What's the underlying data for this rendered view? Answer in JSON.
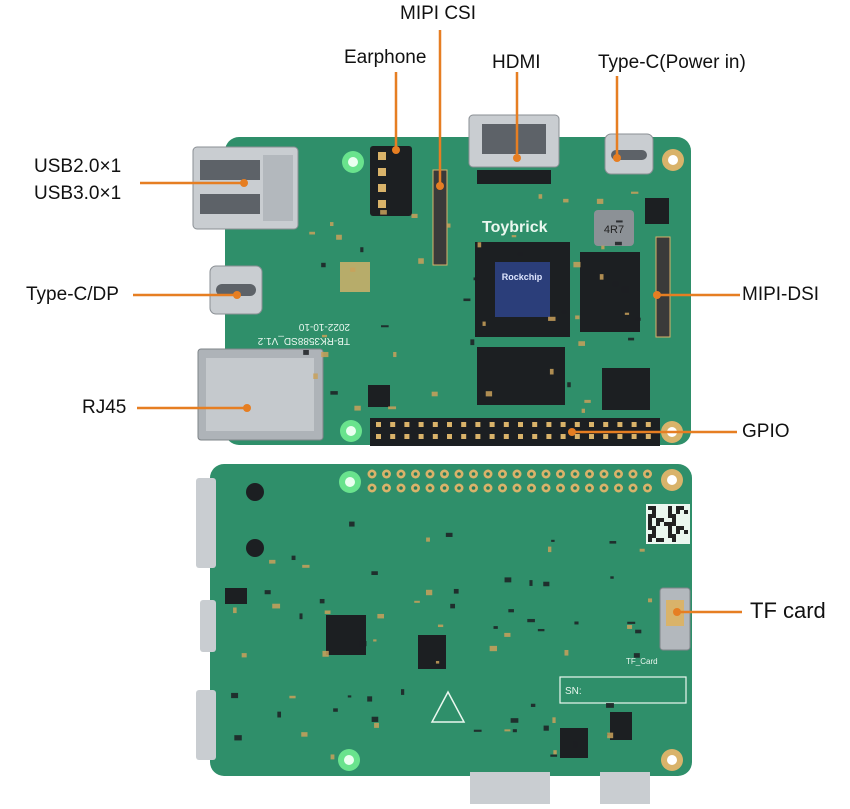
{
  "labels": {
    "mipi_csi": "MIPI CSI",
    "earphone": "Earphone",
    "hdmi": "HDMI",
    "typec_power": "Type-C(Power in)",
    "usb2": "USB2.0×1",
    "usb3": "USB3.0×1",
    "typec_dp": "Type-C/DP",
    "rj45": "RJ45",
    "mipi_dsi": "MIPI-DSI",
    "gpio": "GPIO",
    "tf_card": "TF card"
  },
  "board_text": {
    "soc_brand": "Rockchip",
    "brand": "Toybrick",
    "model": "TB-RK3588SD_V1.2",
    "date": "2022-10-10",
    "serial_label": "SN:",
    "tf_label": "TF_Card",
    "inductor": "4R7"
  },
  "colors": {
    "pcb": "#2f8f6a",
    "pcb_dark": "#24795a",
    "callout": "#e67e22",
    "metal": "#c9cdd1",
    "chip": "#1c1f22",
    "pad": "#d9b36a",
    "led": "#7dff9a"
  }
}
